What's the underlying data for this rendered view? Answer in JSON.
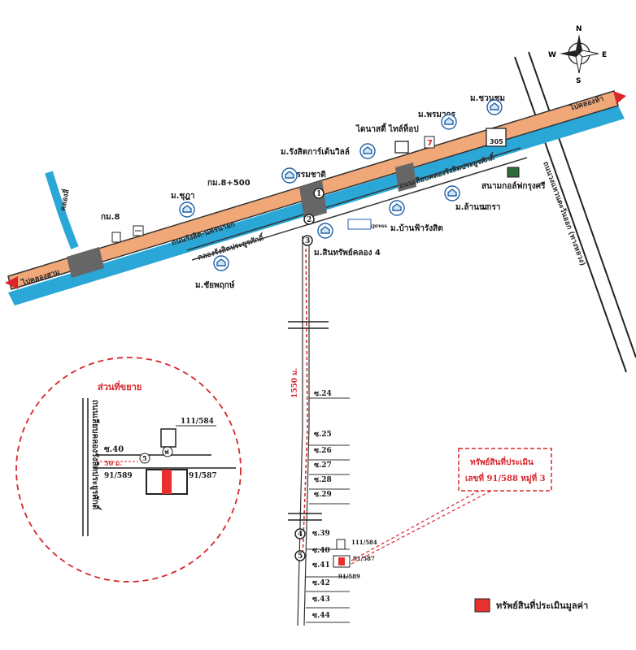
{
  "compass": {
    "n": "N",
    "s": "S",
    "e": "E",
    "w": "W"
  },
  "roads": {
    "main_road": "ถนนรังสิต-นครนายก",
    "canal": "คลองรังสิตประยูรศักดิ์",
    "canal_side_road": "ถนนเลียบคลองรังสิตประยูรศักดิ์",
    "left_end": "ไปคลองสาม",
    "right_end": "ไปคลองห้า",
    "side_canal": "คลองสี่",
    "highway": "ถนนวงแหวนตะวันออก (ทางหลวง)",
    "highway_no": "305",
    "distance": "1550 ม."
  },
  "places": {
    "km8": "กม.8",
    "km8_500": "กม.8+500",
    "m_chutha": "ม.ชุฎา",
    "m_thamma": "ม.ธรรมชาติ",
    "m_rangsit_center": "ม.รังสิตการ์เด้นวิลล์",
    "dynasty": "ไดนาสตี้ ไทล์ท็อป",
    "m_promakorn": "ม.พรมากร",
    "m_chuanchom": "ม.ชวนชม",
    "golf": "สนามกอล์ฟกรุงศรี",
    "m_lanna": "ม.ล้านนา",
    "m_nara": "นารา",
    "m_banfa": "ม.บ้านฟ้ารังสิต",
    "m_sinsap": "ม.สินทรัพย์คลอง 4",
    "m_chaiyaphruk": "ม.ชัยพฤกษ์",
    "lotus": "Lotus Express",
    "seven": "7"
  },
  "markers": [
    "1",
    "2",
    "3",
    "4",
    "5"
  ],
  "sois": [
    "ซ.24",
    "ซ.25",
    "ซ.26",
    "ซ.27",
    "ซ.28",
    "ซ.29",
    "ซ.39",
    "ซ.40",
    "ซ.41",
    "ซ.42",
    "ซ.43",
    "ซ.44"
  ],
  "detail": {
    "title": "ส่วนที่ขยาย",
    "road_label": "ถนนเลียบคลองรังสิตประยูรศักดิ์",
    "soi": "ซ.40",
    "dist": "50 ม.",
    "plot_left": "91/589",
    "plot_right": "91/587",
    "plot_top": "111/584",
    "marker_a": "5",
    "marker_b": "ฟ"
  },
  "small_plots": {
    "top": "111/584",
    "right": "91/587",
    "bottom": "91/589"
  },
  "property_box": {
    "line1": "ทรัพย์สินที่ประเมิน",
    "line2": "เลขที่ 91/588 หมู่ที่ 3"
  },
  "legend": {
    "label": "ทรัพย์สินที่ประเมินมูลค่า",
    "color": "#e8312e"
  },
  "colors": {
    "road": "#f0a878",
    "canal": "#2aa7d6",
    "accent": "#d8262b"
  }
}
